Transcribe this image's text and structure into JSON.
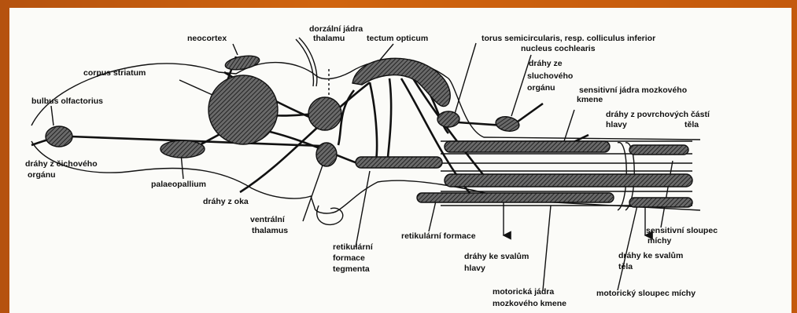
{
  "title": "",
  "colors": {
    "border": "#c0560e",
    "ink": "#111111",
    "paper": "#fbfbf8"
  },
  "labels": {
    "neocortex": "neocortex",
    "dorzalni_1": "dorzální jádra",
    "dorzalni_2": "thalamu",
    "tectum": "tectum opticum",
    "torus": "torus semicircularis, resp. colliculus inferior",
    "cochlearis": "nucleus cochlearis",
    "corpus_striatum": "corpus striatum",
    "sluch_1": "dráhy ze",
    "sluch_2": "sluchového",
    "sluch_3": "orgánu",
    "senz_jadra_1": "sensitivní jádra mozkového",
    "senz_jadra_2": "kmene",
    "povrch_1": "dráhy z povrchových částí",
    "povrch_2": "hlavy",
    "povrch_3": "těla",
    "bulbus": "bulbus olfactorius",
    "cich_1": "dráhy z čichového",
    "cich_2": "orgánu",
    "palaeopallium": "palaeopallium",
    "oka": "dráhy z oka",
    "ventralni_1": "ventrální",
    "ventralni_2": "thalamus",
    "retik_teg_1": "retikulární",
    "retik_teg_2": "formace",
    "retik_teg_3": "tegmenta",
    "retik_formace": "retikulární formace",
    "svaly_hlavy_1": "dráhy ke svalům",
    "svaly_hlavy_2": "hlavy",
    "senz_sloupec_1": "sensitivní sloupec",
    "senz_sloupec_2": "míchy",
    "svaly_tela_1": "dráhy ke svalům",
    "svaly_tela_2": "těla",
    "motor_jadra_1": "motorická jádra",
    "motor_jadra_2": "mozkového kmene",
    "motor_sloupec": "motorický sloupec míchy"
  }
}
